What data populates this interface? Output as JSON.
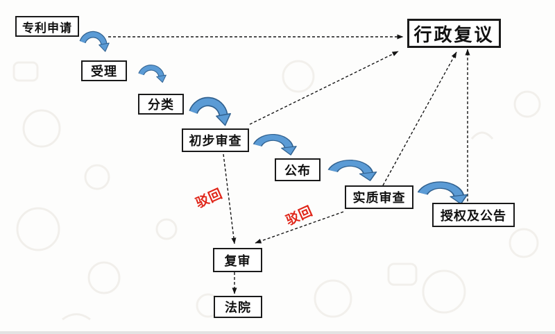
{
  "flowchart": {
    "nodes": {
      "patent_application": "专利申请",
      "acceptance": "受理",
      "classification": "分类",
      "preliminary_examination": "初步审查",
      "publication": "公布",
      "substantive_examination": "实质审查",
      "grant_announcement": "授权及公告",
      "administrative_reconsideration": "行政复议",
      "reexamination": "复审",
      "court": "法院"
    },
    "edge_labels": {
      "rejection_1": "驳回",
      "rejection_2": "驳回"
    },
    "colors": {
      "flow_arrow_fill": "#5b9bd5",
      "flow_arrow_outline": "#31618f",
      "rejection_label": "#e02518",
      "node_border": "#1a1a1a",
      "dashed_edge": "#141414"
    }
  }
}
